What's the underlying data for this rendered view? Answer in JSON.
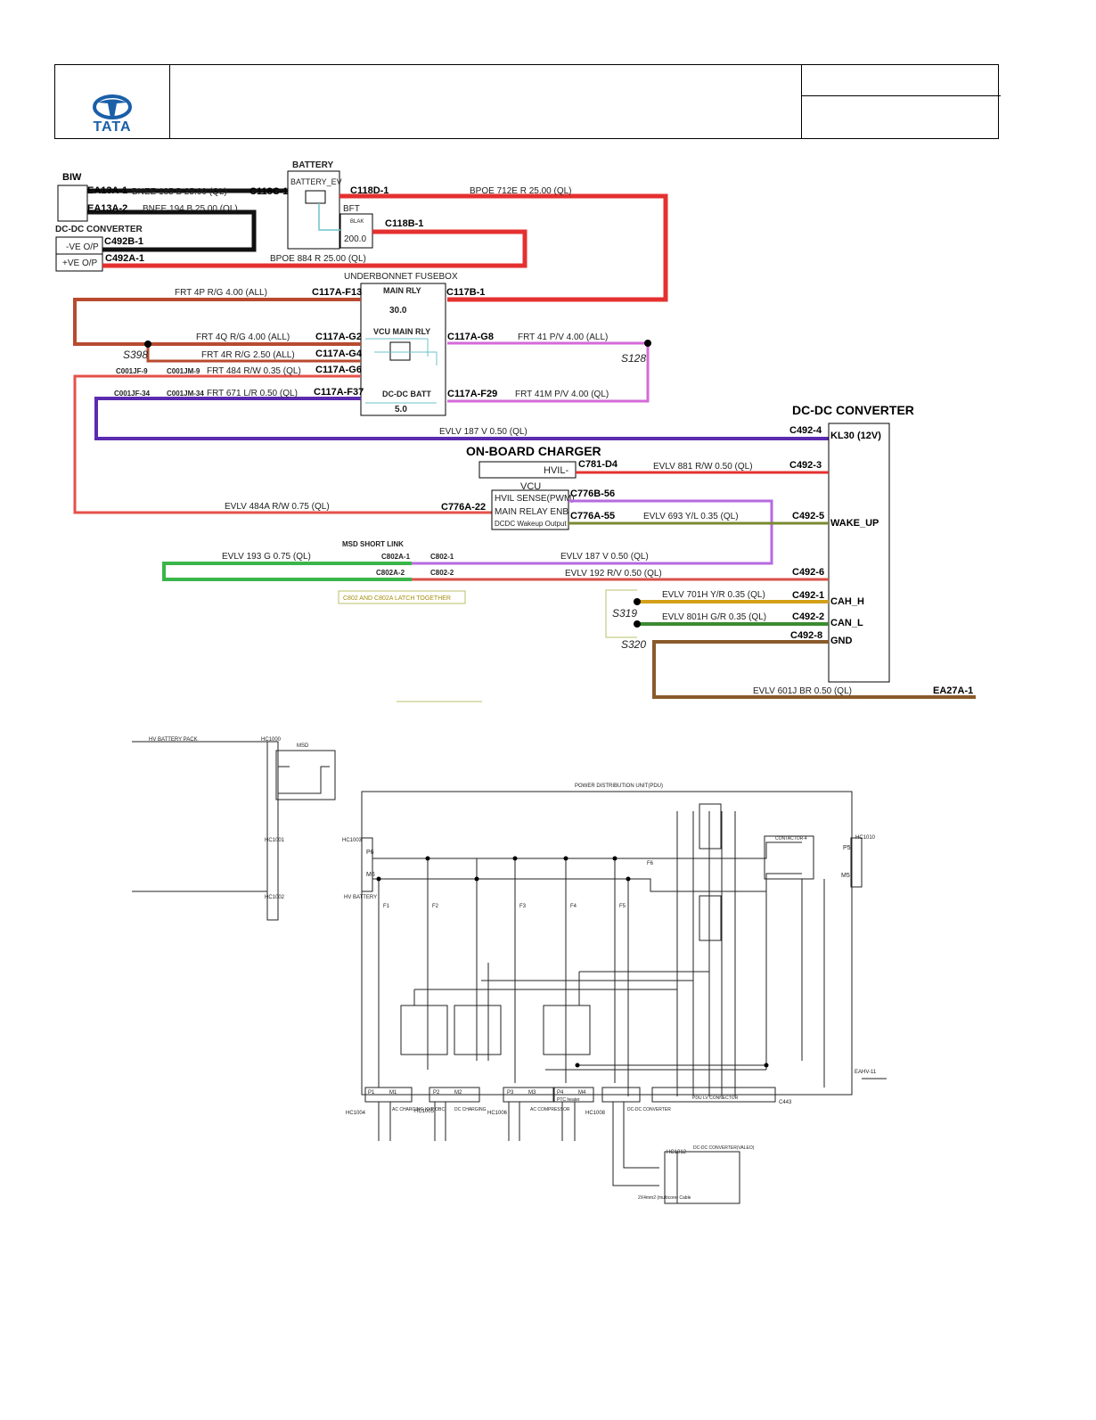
{
  "header": {
    "logo_text": "TATA",
    "brand_color": "#1a5fa8"
  },
  "colors": {
    "red": "#e53030",
    "black": "#111111",
    "redbrown": "#b84a30",
    "violet": "#d56ad8",
    "purple": "#5b2bb0",
    "green": "#3ab54a",
    "gold": "#d4a017",
    "olive": "#7a8a30",
    "brown": "#8a5a2b",
    "teal": "#6cc3c9"
  },
  "top": {
    "biw": "BIW",
    "battery_title": "BATTERY",
    "battery_ev": "BATTERY_EV",
    "bft": "BFT",
    "bft_val": "200.0",
    "bft_small": "BLAK",
    "dcdc_small": "DC-DC CONVERTER",
    "ve_minus": "-VE O/P",
    "ve_plus": "+VE O/P",
    "c_ea13a1": "EA13A-1",
    "c_ea13a2": "EA13A-2",
    "c_c118c1": "C118C-1",
    "c_c118d1": "C118D-1",
    "c_c118b1": "C118B-1",
    "c_c492b1": "C492B-1",
    "c_c492a1": "C492A-1",
    "w_bnee185": "BNEE  185  B  25.00  (QL)",
    "w_bnee194": "BNEE  194  B  25.00  (QL)",
    "w_bpoe712": "BPOE  712E  R  25.00  (QL)",
    "w_bpoe884": "BPOE  884  R  25.00  (QL)",
    "fusebox": "UNDERBONNET FUSEBOX",
    "main_rly": "MAIN RLY",
    "main_rly_val": "30.0",
    "vcu_main_rly": "VCU MAIN RLY",
    "dcdc_batt": "DC-DC BATT",
    "dcdc_batt_val": "5.0",
    "c_f13": "C117A-F13",
    "c_b1": "C117B-1",
    "c_g2": "C117A-G2",
    "c_g8": "C117A-G8",
    "c_g4": "C117A-G4",
    "c_g6": "C117A-G6",
    "c_f37": "C117A-F37",
    "c_f29": "C117A-F29",
    "c_jf9": "C001JF-9",
    "c_jm9": "C001JM-9",
    "c_jf34": "C001JF-34",
    "c_jm34": "C001JM-34",
    "w_frt4p": "FRT  4P  R/G  4.00  (ALL)",
    "w_frt4q": "FRT  4Q  R/G  4.00  (ALL)",
    "w_frt4r": "FRT  4R  R/G  2.50  (ALL)",
    "w_frt484": "FRT  484  R/W  0.35  (QL)",
    "w_frt671": "FRT  671  L/R  0.50  (QL)",
    "w_frt41": "FRT  41  P/V  4.00  (ALL)",
    "w_frt41m": "FRT  41M  P/V  4.00  (QL)",
    "s398": "S398",
    "s128": "S128",
    "dcdc_title": "DC-DC CONVERTER",
    "kl30": "KL30 (12V)",
    "wake_up": "WAKE_UP",
    "cah": "CAH_H",
    "can_l": "CAN_L",
    "gnd": "GND",
    "c_4924": "C492-4",
    "c_4923": "C492-3",
    "c_4925": "C492-5",
    "c_4926": "C492-6",
    "c_4921": "C492-1",
    "c_4922": "C492-2",
    "c_4928": "C492-8",
    "w_evlv187": "EVLV  187  V  0.50  (QL)",
    "obc": "ON-BOARD CHARGER",
    "hvil_minus": "HVIL-",
    "c_781": "C781-D4",
    "w_evlv881": "EVLV  881  R/W  0.50  (QL)",
    "vcu": "VCU",
    "hvil_sense": "HVIL SENSE(PWM)",
    "main_relay_enb": "MAIN RELAY ENB",
    "dcdc_wakeup": "DCDC Wakeup Output",
    "c_776b56": "C776B-56",
    "c_776a55": "C776A-55",
    "c_776a22": "C776A-22",
    "w_evlv484a": "EVLV  484A  R/W  0.75  (QL)",
    "w_evlv693": "EVLV  693  Y/L  0.35  (QL)",
    "msd_short": "MSD SHORT LINK",
    "c_802a1": "C802A-1",
    "c_8021": "C802-1",
    "c_802a2": "C802A-2",
    "c_8022": "C802-2",
    "w_evlv193": "EVLV  193  G  0.75  (QL)",
    "w_evlv187b": "EVLV  187  V  0.50  (QL)",
    "w_evlv192": "EVLV  192  R/V  0.50  (QL)",
    "latch_note": "C802 AND C802A LATCH TOGETHER",
    "w_evlv701": "EVLV  701H  Y/R  0.35  (QL)",
    "w_evlv801": "EVLV  801H  G/R  0.35  (QL)",
    "s319": "S319",
    "s320": "S320",
    "w_evlv601": "EVLV  601J  BR  0.50  (QL)",
    "ea27": "EA27A-1"
  },
  "bottom": {
    "hv_battery_pack": "HV BATTERY PACK",
    "hc1000": "HC1000",
    "msd": "MSD",
    "pdu": "POWER DISTRIBUTION UNIT(PDU)",
    "hc1001": "HC1001",
    "hc1002": "HC1002",
    "hc1003": "HC1003",
    "hc1010": "HC1010",
    "p6": "P6",
    "m6": "M6",
    "p5": "P5",
    "m5": "M5",
    "hv_battery": "HV BATTERY",
    "fuses": [
      "F1",
      "F2",
      "F3",
      "F4",
      "F5"
    ],
    "f6": "F6",
    "contactor4": "CONTACTOR-4",
    "eahv": "EAHV-11",
    "c443": "C443",
    "pdu_lv": "PDU LV CONNECTOR",
    "ports": [
      "P1",
      "M1",
      "P2",
      "M2",
      "P3",
      "M3",
      "P4",
      "M4"
    ],
    "hc1004": "HC1004",
    "hc1005": "HC1005",
    "hc1006": "HC1006",
    "hc1008": "HC1008",
    "ac_charging": "AC CHARGING (O/P OBC)",
    "dc_charging": "DC CHARGING",
    "ac_compressor": "AC COMPRESSOR",
    "ptc_heater": "PTC heater",
    "dcdc_conv": "DC-DC CONVERTER",
    "hc1012": "HC1012",
    "dcdc_valeo": "DC-DC CONVERTER(VALEO)",
    "cable_note": "2X4mm2 (multicore) Cable"
  }
}
